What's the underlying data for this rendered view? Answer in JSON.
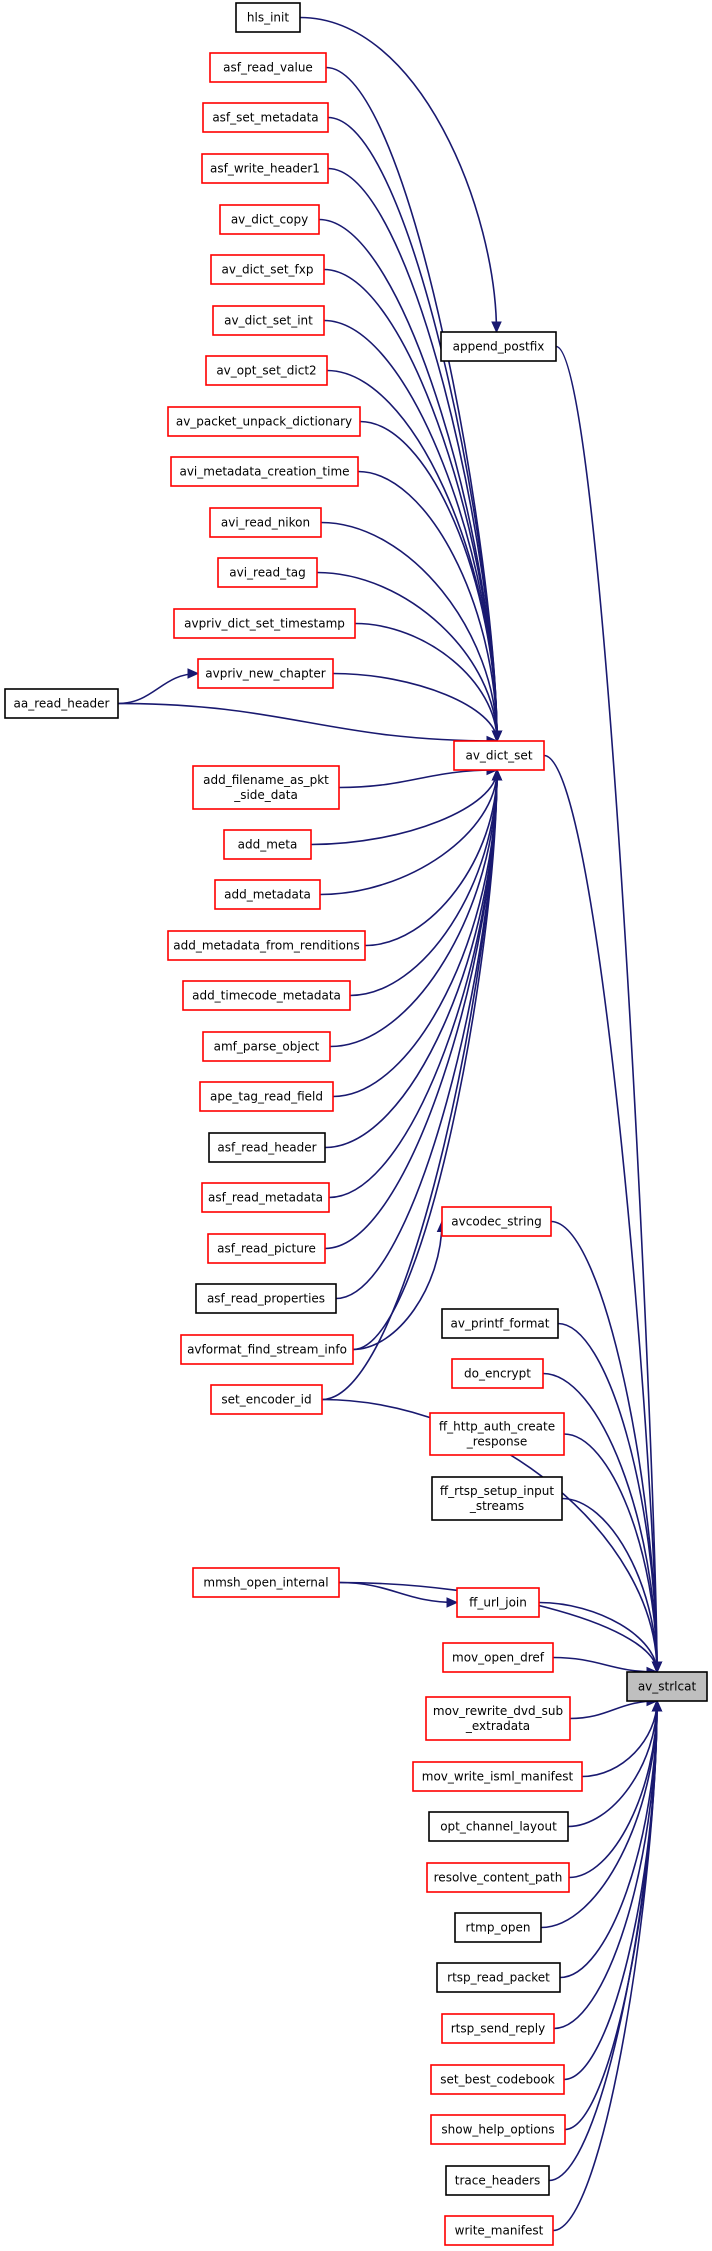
{
  "nodes": [
    {
      "id": "hls_init",
      "label": "hls_init",
      "color": "black"
    },
    {
      "id": "asf_read_value",
      "label": "asf_read_value",
      "color": "red"
    },
    {
      "id": "asf_set_metadata",
      "label": "asf_set_metadata",
      "color": "red"
    },
    {
      "id": "asf_write_header1",
      "label": "asf_write_header1",
      "color": "red"
    },
    {
      "id": "av_dict_copy",
      "label": "av_dict_copy",
      "color": "red"
    },
    {
      "id": "av_dict_set_fxp",
      "label": "av_dict_set_fxp",
      "color": "red"
    },
    {
      "id": "av_dict_set_int",
      "label": "av_dict_set_int",
      "color": "red"
    },
    {
      "id": "av_opt_set_dict2",
      "label": "av_opt_set_dict2",
      "color": "red"
    },
    {
      "id": "av_packet_unpack_dictionary",
      "label": "av_packet_unpack_dictionary",
      "color": "red"
    },
    {
      "id": "avi_metadata_creation_time",
      "label": "avi_metadata_creation_time",
      "color": "red"
    },
    {
      "id": "avi_read_nikon",
      "label": "avi_read_nikon",
      "color": "red"
    },
    {
      "id": "avi_read_tag",
      "label": "avi_read_tag",
      "color": "red"
    },
    {
      "id": "avpriv_dict_set_timestamp",
      "label": "avpriv_dict_set_timestamp",
      "color": "red"
    },
    {
      "id": "avpriv_new_chapter",
      "label": "avpriv_new_chapter",
      "color": "red"
    },
    {
      "id": "aa_read_header",
      "label": "aa_read_header",
      "color": "black"
    },
    {
      "id": "add_filename_as_pkt_side_data",
      "label": "add_filename_as_pkt\n_side_data",
      "color": "red"
    },
    {
      "id": "add_meta",
      "label": "add_meta",
      "color": "red"
    },
    {
      "id": "add_metadata",
      "label": "add_metadata",
      "color": "red"
    },
    {
      "id": "add_metadata_from_renditions",
      "label": "add_metadata_from_renditions",
      "color": "red"
    },
    {
      "id": "add_timecode_metadata",
      "label": "add_timecode_metadata",
      "color": "red"
    },
    {
      "id": "amf_parse_object",
      "label": "amf_parse_object",
      "color": "red"
    },
    {
      "id": "ape_tag_read_field",
      "label": "ape_tag_read_field",
      "color": "red"
    },
    {
      "id": "asf_read_header",
      "label": "asf_read_header",
      "color": "black"
    },
    {
      "id": "asf_read_metadata",
      "label": "asf_read_metadata",
      "color": "red"
    },
    {
      "id": "asf_read_picture",
      "label": "asf_read_picture",
      "color": "red"
    },
    {
      "id": "asf_read_properties",
      "label": "asf_read_properties",
      "color": "black"
    },
    {
      "id": "avformat_find_stream_info",
      "label": "avformat_find_stream_info",
      "color": "red"
    },
    {
      "id": "set_encoder_id",
      "label": "set_encoder_id",
      "color": "red"
    },
    {
      "id": "append_postfix",
      "label": "append_postfix",
      "color": "black"
    },
    {
      "id": "av_dict_set",
      "label": "av_dict_set",
      "color": "red"
    },
    {
      "id": "avcodec_string",
      "label": "avcodec_string",
      "color": "red"
    },
    {
      "id": "av_printf_format",
      "label": "av_printf_format",
      "color": "black"
    },
    {
      "id": "do_encrypt",
      "label": "do_encrypt",
      "color": "red"
    },
    {
      "id": "ff_http_auth_create_response",
      "label": "ff_http_auth_create\n_response",
      "color": "red"
    },
    {
      "id": "ff_rtsp_setup_input_streams",
      "label": "ff_rtsp_setup_input\n_streams",
      "color": "black"
    },
    {
      "id": "mmsh_open_internal",
      "label": "mmsh_open_internal",
      "color": "red"
    },
    {
      "id": "ff_url_join",
      "label": "ff_url_join",
      "color": "red"
    },
    {
      "id": "mov_open_dref",
      "label": "mov_open_dref",
      "color": "red"
    },
    {
      "id": "mov_rewrite_dvd_sub_extradata",
      "label": "mov_rewrite_dvd_sub\n_extradata",
      "color": "red"
    },
    {
      "id": "mov_write_isml_manifest",
      "label": "mov_write_isml_manifest",
      "color": "red"
    },
    {
      "id": "opt_channel_layout",
      "label": "opt_channel_layout",
      "color": "black"
    },
    {
      "id": "resolve_content_path",
      "label": "resolve_content_path",
      "color": "red"
    },
    {
      "id": "rtmp_open",
      "label": "rtmp_open",
      "color": "black"
    },
    {
      "id": "rtsp_read_packet",
      "label": "rtsp_read_packet",
      "color": "black"
    },
    {
      "id": "rtsp_send_reply",
      "label": "rtsp_send_reply",
      "color": "red"
    },
    {
      "id": "set_best_codebook",
      "label": "set_best_codebook",
      "color": "red"
    },
    {
      "id": "show_help_options",
      "label": "show_help_options",
      "color": "red"
    },
    {
      "id": "trace_headers",
      "label": "trace_headers",
      "color": "black"
    },
    {
      "id": "write_manifest",
      "label": "write_manifest",
      "color": "red"
    },
    {
      "id": "av_strlcat",
      "label": "av_strlcat",
      "color": "root"
    }
  ],
  "edges": [
    [
      "hls_init",
      "append_postfix"
    ],
    [
      "asf_read_value",
      "av_dict_set"
    ],
    [
      "asf_set_metadata",
      "av_dict_set"
    ],
    [
      "asf_write_header1",
      "av_dict_set"
    ],
    [
      "av_dict_copy",
      "av_dict_set"
    ],
    [
      "av_dict_set_fxp",
      "av_dict_set"
    ],
    [
      "av_dict_set_int",
      "av_dict_set"
    ],
    [
      "av_opt_set_dict2",
      "av_dict_set"
    ],
    [
      "av_packet_unpack_dictionary",
      "av_dict_set"
    ],
    [
      "avi_metadata_creation_time",
      "av_dict_set"
    ],
    [
      "avi_read_nikon",
      "av_dict_set"
    ],
    [
      "avi_read_tag",
      "av_dict_set"
    ],
    [
      "avpriv_dict_set_timestamp",
      "av_dict_set"
    ],
    [
      "avpriv_new_chapter",
      "av_dict_set"
    ],
    [
      "aa_read_header",
      "avpriv_new_chapter"
    ],
    [
      "aa_read_header",
      "av_dict_set"
    ],
    [
      "add_filename_as_pkt_side_data",
      "av_dict_set"
    ],
    [
      "add_meta",
      "av_dict_set"
    ],
    [
      "add_metadata",
      "av_dict_set"
    ],
    [
      "add_metadata_from_renditions",
      "av_dict_set"
    ],
    [
      "add_timecode_metadata",
      "av_dict_set"
    ],
    [
      "amf_parse_object",
      "av_dict_set"
    ],
    [
      "ape_tag_read_field",
      "av_dict_set"
    ],
    [
      "asf_read_header",
      "av_dict_set"
    ],
    [
      "asf_read_metadata",
      "av_dict_set"
    ],
    [
      "asf_read_picture",
      "av_dict_set"
    ],
    [
      "asf_read_properties",
      "av_dict_set"
    ],
    [
      "avformat_find_stream_info",
      "av_dict_set"
    ],
    [
      "set_encoder_id",
      "av_dict_set"
    ],
    [
      "avformat_find_stream_info",
      "avcodec_string"
    ],
    [
      "set_encoder_id",
      "av_strlcat"
    ],
    [
      "append_postfix",
      "av_strlcat"
    ],
    [
      "av_dict_set",
      "av_strlcat"
    ],
    [
      "avcodec_string",
      "av_strlcat"
    ],
    [
      "av_printf_format",
      "av_strlcat"
    ],
    [
      "do_encrypt",
      "av_strlcat"
    ],
    [
      "ff_http_auth_create_response",
      "av_strlcat"
    ],
    [
      "ff_rtsp_setup_input_streams",
      "av_strlcat"
    ],
    [
      "mmsh_open_internal",
      "av_strlcat"
    ],
    [
      "mmsh_open_internal",
      "ff_url_join"
    ],
    [
      "ff_url_join",
      "av_strlcat"
    ],
    [
      "mov_open_dref",
      "av_strlcat"
    ],
    [
      "mov_rewrite_dvd_sub_extradata",
      "av_strlcat"
    ],
    [
      "mov_write_isml_manifest",
      "av_strlcat"
    ],
    [
      "opt_channel_layout",
      "av_strlcat"
    ],
    [
      "resolve_content_path",
      "av_strlcat"
    ],
    [
      "rtmp_open",
      "av_strlcat"
    ],
    [
      "rtsp_read_packet",
      "av_strlcat"
    ],
    [
      "rtsp_send_reply",
      "av_strlcat"
    ],
    [
      "set_best_codebook",
      "av_strlcat"
    ],
    [
      "show_help_options",
      "av_strlcat"
    ],
    [
      "trace_headers",
      "av_strlcat"
    ],
    [
      "write_manifest",
      "av_strlcat"
    ]
  ],
  "colors": {
    "edge": "#191970",
    "red_border": "#ff0000",
    "black_border": "#000000",
    "root_fill": "#bfbfbf"
  }
}
